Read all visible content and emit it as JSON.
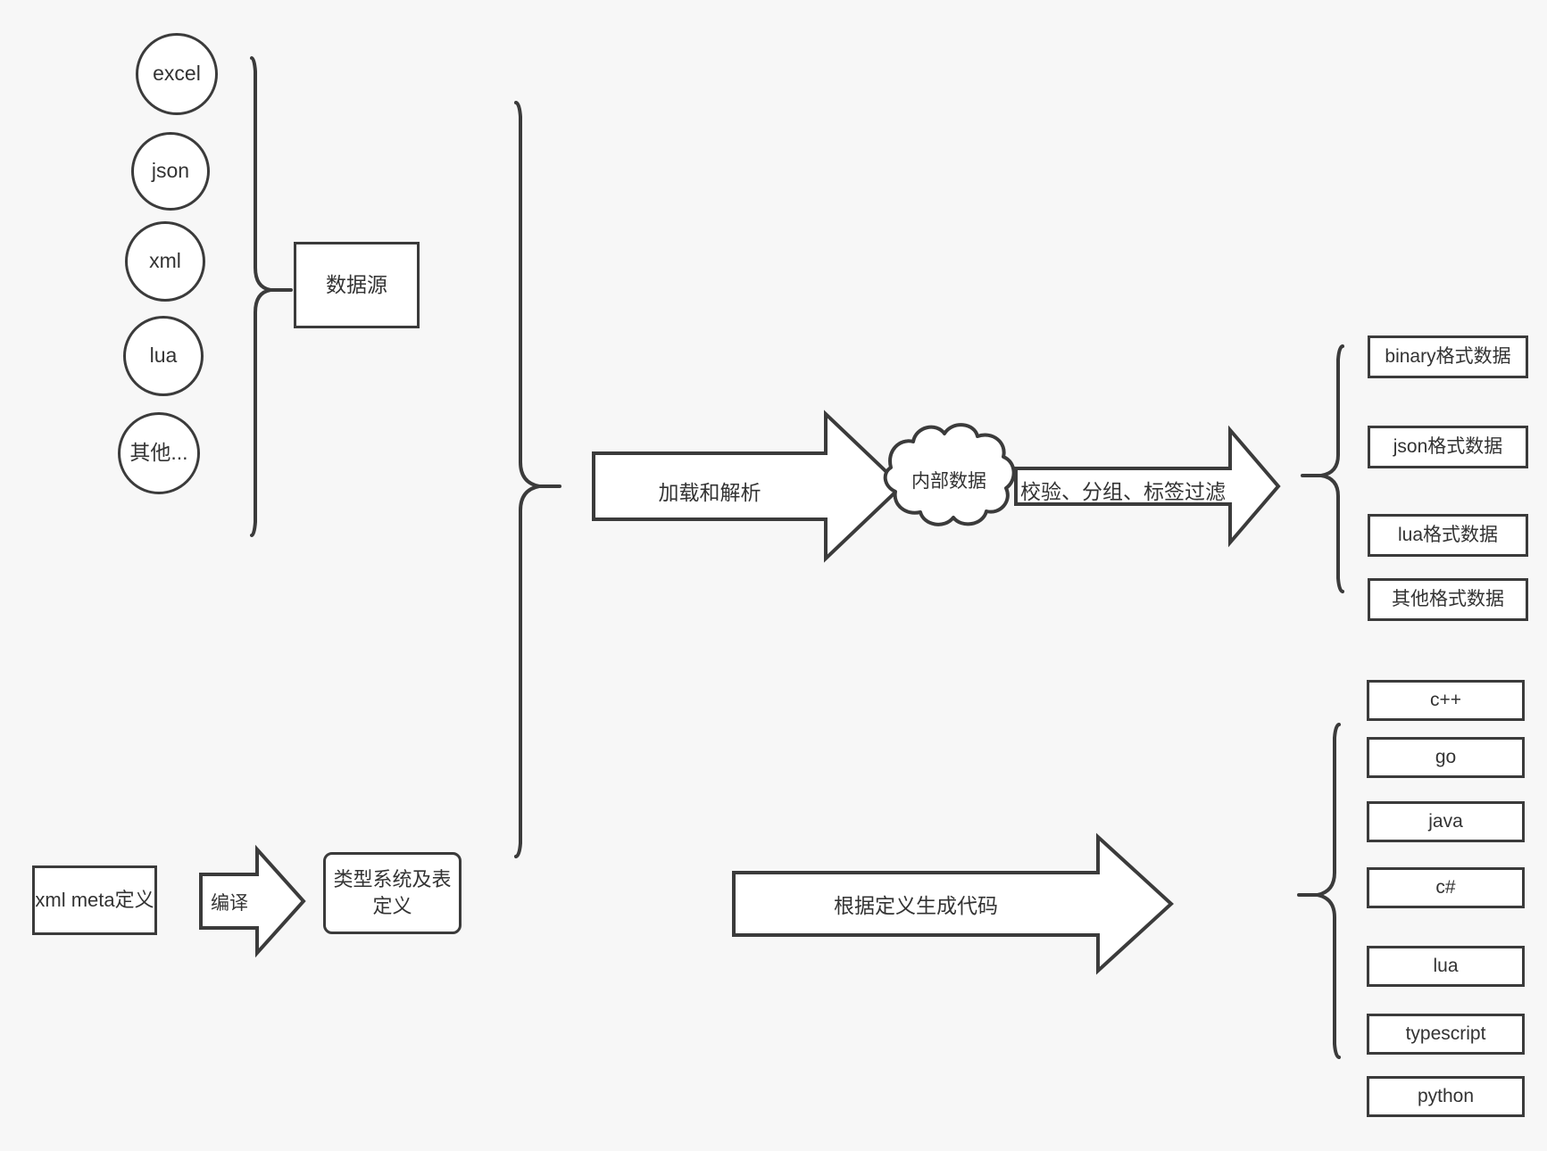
{
  "diagram": {
    "background_color": "#f7f7f7",
    "stroke_color": "#3b3b3b",
    "text_color": "#333333",
    "fill_color": "#ffffff",
    "data_sources": [
      {
        "label": "excel"
      },
      {
        "label": "json"
      },
      {
        "label": "xml"
      },
      {
        "label": "lua"
      },
      {
        "label": "其他..."
      }
    ],
    "data_source_group_label": "数据源",
    "meta_definition_label": "xml meta定义",
    "compile_arrow_label": "编译",
    "type_system_label": "类型系统及表\n定义",
    "type_system_label_line1": "类型系统及表",
    "type_system_label_line2": "定义",
    "load_parse_arrow_label": "加载和解析",
    "internal_data_label": "内部数据",
    "filter_arrow_label": "校验、分组、标签过滤",
    "codegen_arrow_label": "根据定义生成代码",
    "output_formats": [
      {
        "label": "binary格式数据"
      },
      {
        "label": "json格式数据"
      },
      {
        "label": "lua格式数据"
      },
      {
        "label": "其他格式数据"
      }
    ],
    "output_languages": [
      {
        "label": "c++"
      },
      {
        "label": "go"
      },
      {
        "label": "java"
      },
      {
        "label": "c#"
      },
      {
        "label": "lua"
      },
      {
        "label": "typescript"
      },
      {
        "label": "python"
      }
    ]
  }
}
